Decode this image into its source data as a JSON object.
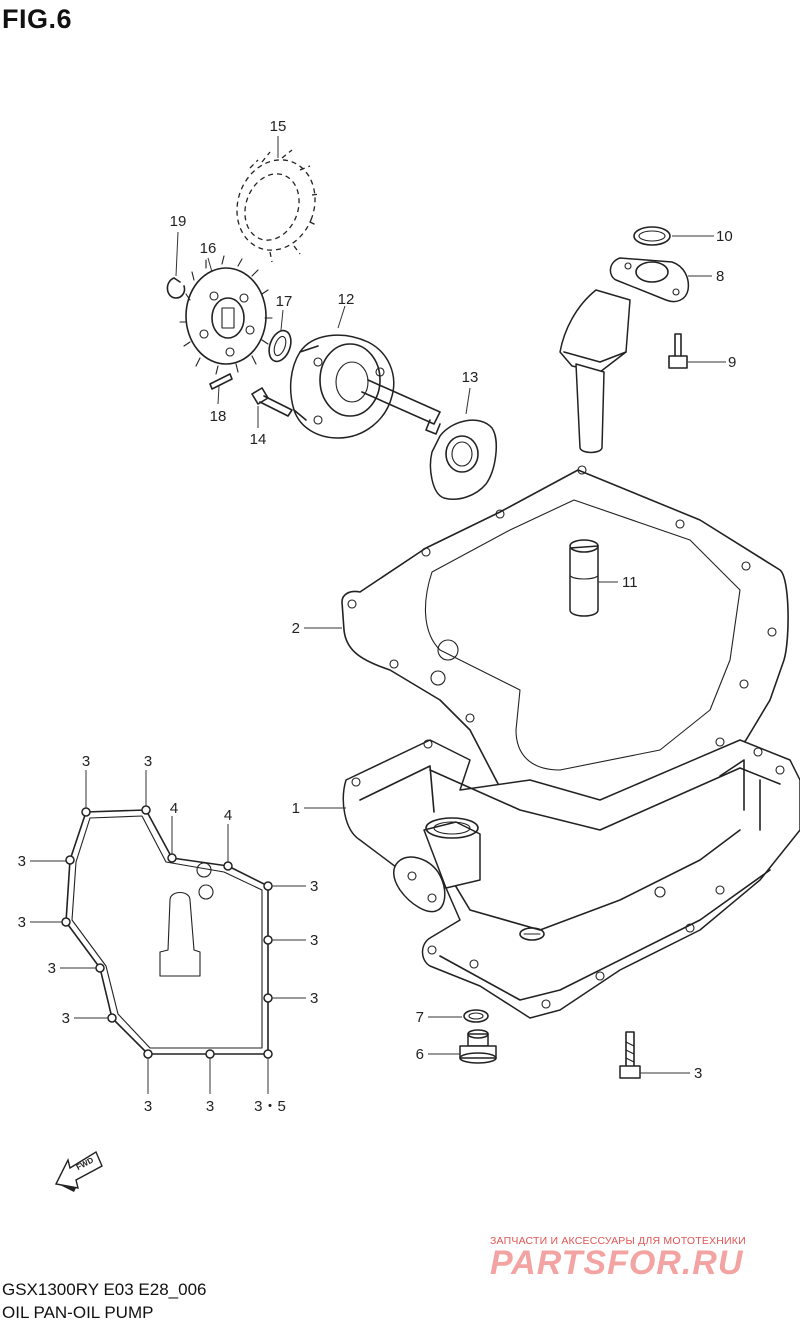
{
  "figure": {
    "title": "FIG.6",
    "model_code": "GSX1300RY E03 E28_006",
    "caption": "OIL PAN-OIL PUMP",
    "direction_badge": "FWD"
  },
  "watermark": {
    "tagline": "ЗАПЧАСТИ И АКСЕССУАРЫ ДЛЯ МОТОТЕХНИКИ",
    "brand": "PARTSFOR.RU"
  },
  "callouts": {
    "c1": "1",
    "c2": "2",
    "c6": "6",
    "c7": "7",
    "c8": "8",
    "c9": "9",
    "c10": "10",
    "c11": "11",
    "c12": "12",
    "c13": "13",
    "c14": "14",
    "c15": "15",
    "c16": "16",
    "c17": "17",
    "c18": "18",
    "c19": "19",
    "c3_pan_bolt": "3",
    "gasket_top_a": "3",
    "gasket_top_b": "3",
    "gasket_top_c": "4",
    "gasket_top_d": "4",
    "gasket_left_a": "3",
    "gasket_left_b": "3",
    "gasket_left_c": "3",
    "gasket_left_d": "3",
    "gasket_right_a": "3",
    "gasket_right_b": "3",
    "gasket_right_c": "3",
    "gasket_bottom_a": "3",
    "gasket_bottom_b": "3",
    "gasket_bottom_c": "3・5"
  },
  "icons": {
    "forward_arrow": "fwd-arrow-icon"
  }
}
